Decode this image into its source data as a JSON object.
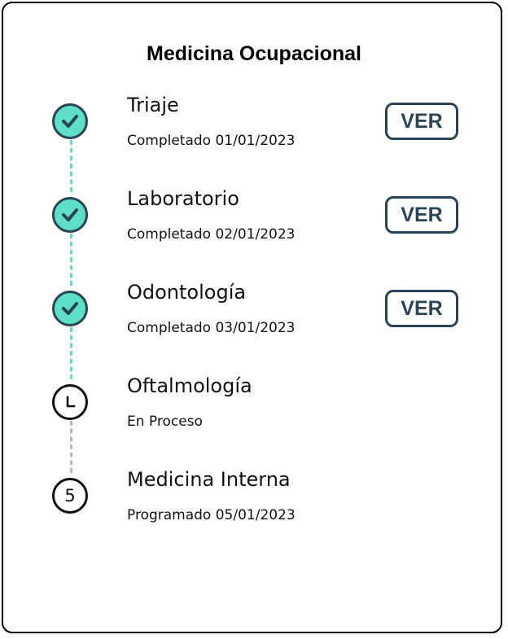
{
  "title": "Medicina Ocupacional",
  "colors": {
    "completed_fill": "#5de0c5",
    "completed_border": "#2a4455",
    "connector_done": "#5de0c5",
    "connector_pending": "#b8b8b8",
    "button": "#2a4455"
  },
  "steps": [
    {
      "name": "Triaje",
      "status": "Completado 01/01/2023",
      "state": "completed",
      "icon": "check-icon",
      "action": "VER"
    },
    {
      "name": "Laboratorio",
      "status": "Completado 02/01/2023",
      "state": "completed",
      "icon": "check-icon",
      "action": "VER"
    },
    {
      "name": "Odontología",
      "status": "Completado 03/01/2023",
      "state": "completed",
      "icon": "check-icon",
      "action": "VER"
    },
    {
      "name": "Oftalmología",
      "status": "En Proceso",
      "state": "in-progress",
      "icon": "clock-icon"
    },
    {
      "name": "Medicina Interna",
      "status": "Programado 05/01/2023",
      "state": "scheduled",
      "icon": "number-icon",
      "number": "5"
    }
  ]
}
